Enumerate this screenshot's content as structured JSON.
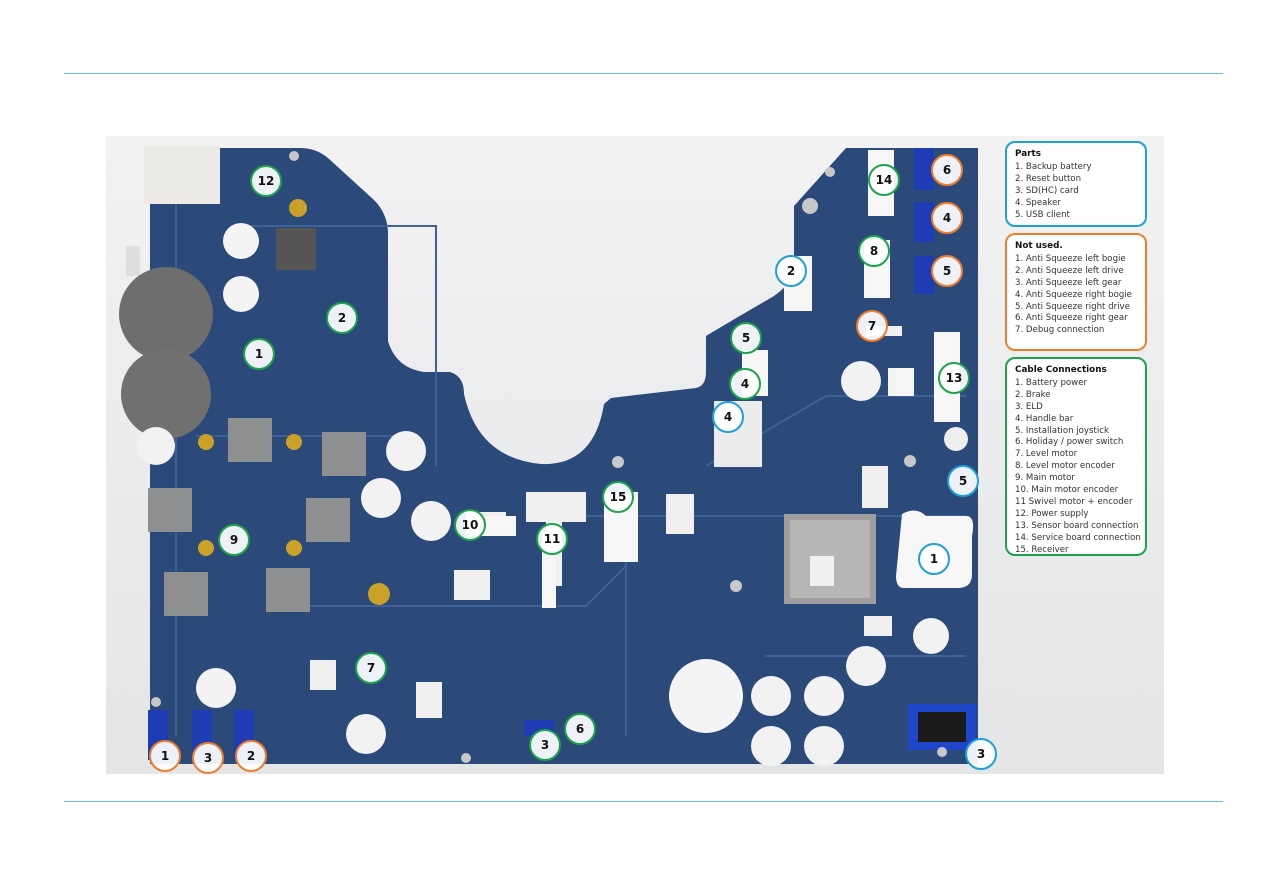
{
  "legends": {
    "parts": {
      "title": "Parts",
      "items": [
        "1. Backup battery",
        "2. Reset button",
        "3. SD(HC) card",
        "4. Speaker",
        "5. USB client"
      ]
    },
    "not_used": {
      "title": "Not used.",
      "items": [
        "1. Anti Squeeze left bogie",
        "2. Anti Squeeze left drive",
        "3. Anti Squeeze left gear",
        "4. Anti Squeeze right bogie",
        "5. Anti Squeeze right drive",
        "6. Anti Squeeze right gear",
        "7. Debug connection"
      ]
    },
    "cable": {
      "title": "Cable Connections",
      "items": [
        "1. Battery power",
        "2. Brake",
        "3. ELD",
        "4. Handle bar",
        "5. Installation joystick",
        "6. Holiday / power switch",
        "7. Level motor",
        "8. Level motor encoder",
        "9. Main motor",
        "10. Main motor encoder",
        "11 Swivel motor + encoder",
        "12. Power supply",
        "13. Sensor board connection",
        "14. Service board connection",
        "15. Receiver"
      ]
    }
  },
  "markers": {
    "parts": [
      "1",
      "2",
      "3",
      "4",
      "5"
    ],
    "unused": [
      "1",
      "2",
      "3",
      "4",
      "5",
      "6",
      "7"
    ],
    "cable": [
      "1",
      "2",
      "3",
      "4",
      "5",
      "6",
      "7",
      "8",
      "9",
      "10",
      "11",
      "12",
      "13",
      "14",
      "15"
    ]
  },
  "colors": {
    "parts": "#1ba0d8",
    "not_used": "#f07d2c",
    "cable": "#1aa34a",
    "board": "#2b4a7a",
    "rules": "#5fc6dc"
  }
}
